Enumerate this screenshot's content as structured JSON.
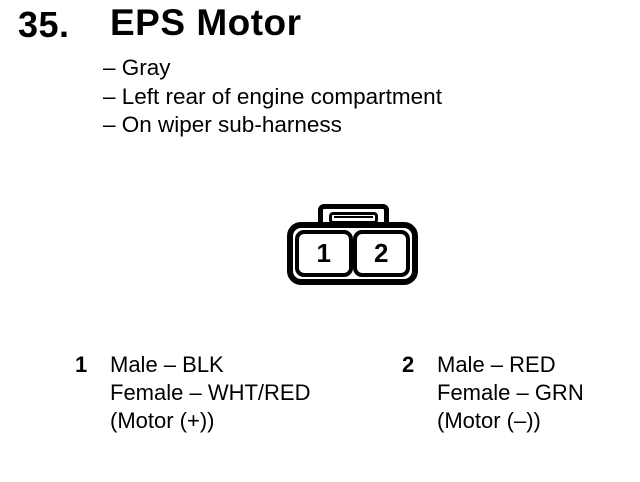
{
  "colors": {
    "ink": "#000000",
    "paper": "#ffffff"
  },
  "header": {
    "item_number": "35.",
    "title": "EPS Motor"
  },
  "details": {
    "lines": [
      "– Gray",
      "– Left rear of engine compartment",
      "– On wiper sub-harness"
    ]
  },
  "connector": {
    "pins": [
      "1",
      "2"
    ]
  },
  "legend": {
    "left": {
      "pin": "1",
      "lines": [
        "Male – BLK",
        "Female – WHT/RED",
        "(Motor (+))"
      ]
    },
    "right": {
      "pin": "2",
      "lines": [
        "Male – RED",
        "Female – GRN",
        "(Motor (–))"
      ]
    }
  }
}
